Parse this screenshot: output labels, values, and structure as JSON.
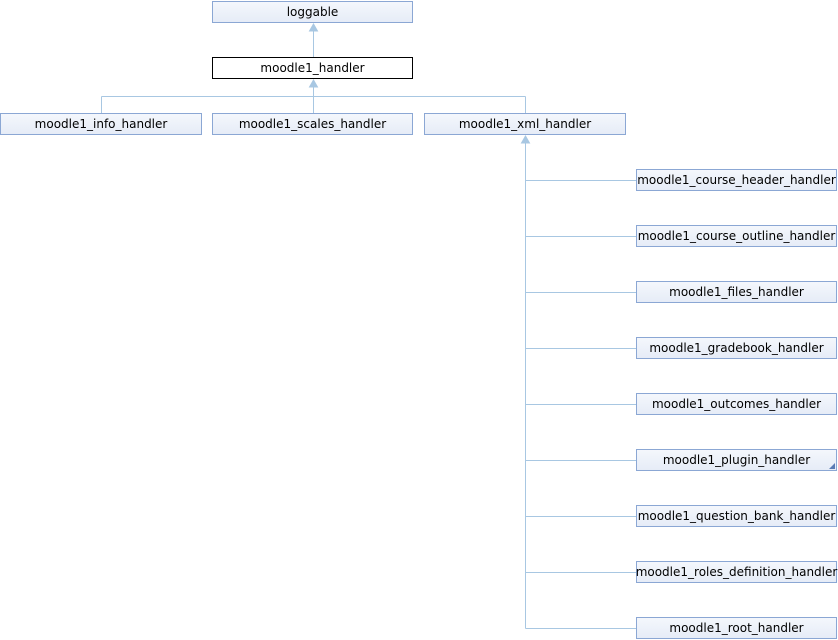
{
  "diagram": {
    "colors": {
      "edge": "#a8c7e2",
      "node_border": "#8ba7d4",
      "current_border": "#000000"
    },
    "nodes": {
      "loggable": "loggable",
      "moodle1_handler": "moodle1_handler",
      "moodle1_info_handler": "moodle1_info_handler",
      "moodle1_scales_handler": "moodle1_scales_handler",
      "moodle1_xml_handler": "moodle1_xml_handler",
      "moodle1_course_header_handler": "moodle1_course_header_handler",
      "moodle1_course_outline_handler": "moodle1_course_outline_handler",
      "moodle1_files_handler": "moodle1_files_handler",
      "moodle1_gradebook_handler": "moodle1_gradebook_handler",
      "moodle1_outcomes_handler": "moodle1_outcomes_handler",
      "moodle1_plugin_handler": "moodle1_plugin_handler",
      "moodle1_question_bank_handler": "moodle1_question_bank_handler",
      "moodle1_roles_definition_handler": "moodle1_roles_definition_handler",
      "moodle1_root_handler": "moodle1_root_handler"
    }
  }
}
